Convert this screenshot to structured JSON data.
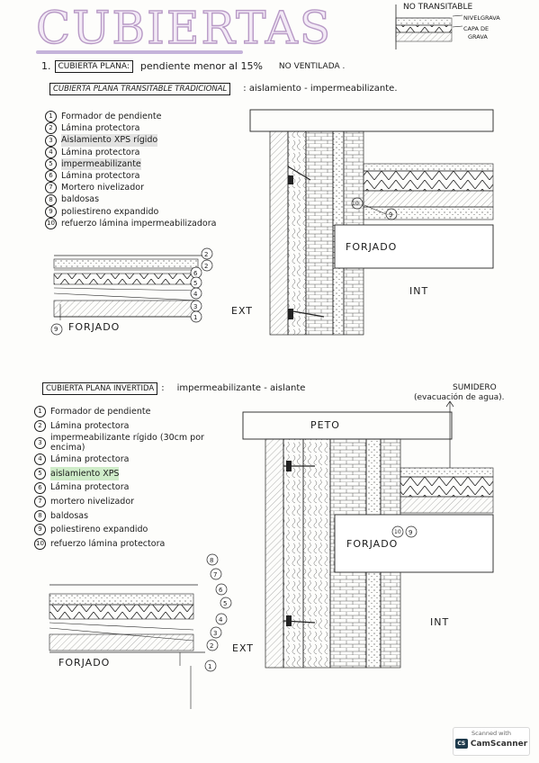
{
  "title": "CUBIERTAS",
  "header": {
    "line1_num": "1.",
    "line1_boxed": "CUBIERTA PLANA:",
    "line1_text": "pendiente menor al 15%",
    "line1_extra": "NO VENTILADA .",
    "line2_boxed": "CUBIERTA PLANA TRANSITABLE TRADICIONAL",
    "line2_text": ": aislamiento - impermeabilizante."
  },
  "corner_sketch": {
    "title": "NO TRANSITABLE",
    "label1": "NIVELGRAVA",
    "label2": "CAPA DE",
    "label3": "GRAVA"
  },
  "section1": {
    "items": [
      {
        "n": "1",
        "t": "Formador de pendiente"
      },
      {
        "n": "2",
        "t": "Lámina protectora"
      },
      {
        "n": "3",
        "t": "Aislamiento XPS rígido"
      },
      {
        "n": "4",
        "t": "Lámina protectora"
      },
      {
        "n": "5",
        "t": "impermeabilizante"
      },
      {
        "n": "6",
        "t": "Lámina protectora"
      },
      {
        "n": "7",
        "t": "Mortero nivelizador"
      },
      {
        "n": "8",
        "t": "baldosas"
      },
      {
        "n": "9",
        "t": "poliestireno expandido"
      },
      {
        "n": "10",
        "t": "refuerzo lámina impermeabilizadora"
      }
    ],
    "forjado_small": "FORJADO",
    "forjado_big": "FORJADO",
    "ext": "EXT",
    "int": "INT",
    "callouts": [
      "2",
      "6",
      "5",
      "4",
      "3",
      "2",
      "1"
    ],
    "small_marker": "9",
    "marker_10": "10",
    "marker_9": "9"
  },
  "section2": {
    "boxed": "CUBIERTA PLANA INVERTIDA",
    "colon": ":",
    "text": "impermeabilizante - aislante",
    "sumidero": "SUMIDERO",
    "evac": "(evacuación de agua).",
    "items": [
      {
        "n": "1",
        "t": "Formador de pendiente"
      },
      {
        "n": "2",
        "t": "Lámina protectora"
      },
      {
        "n": "3",
        "t": "impermeabilizante rígido (30cm por encima)"
      },
      {
        "n": "4",
        "t": "Lámina protectora"
      },
      {
        "n": "5",
        "t": "aislamiento XPS"
      },
      {
        "n": "6",
        "t": "Lámina protectora"
      },
      {
        "n": "7",
        "t": "mortero nivelizador"
      },
      {
        "n": "8",
        "t": "baldosas"
      },
      {
        "n": "9",
        "t": "poliestireno expandido"
      },
      {
        "n": "10",
        "t": "refuerzo lámina protectora"
      }
    ],
    "peto": "PETO",
    "forjado_small": "FORJADO",
    "forjado_big": "FORJADO",
    "ext": "EXT",
    "int": "INT",
    "callouts": [
      "8",
      "7",
      "6",
      "5",
      "4",
      "3",
      "2",
      "1"
    ],
    "marker_10": "10",
    "marker_9": "9"
  },
  "scanner": {
    "top": "Scanned with",
    "logo": "CS",
    "brand": "CamScanner"
  },
  "colors": {
    "title_fill": "#f3eaf6",
    "title_stroke": "#b89ac6",
    "highlight_green": "#96d78c",
    "ink": "#1b1b1b"
  }
}
